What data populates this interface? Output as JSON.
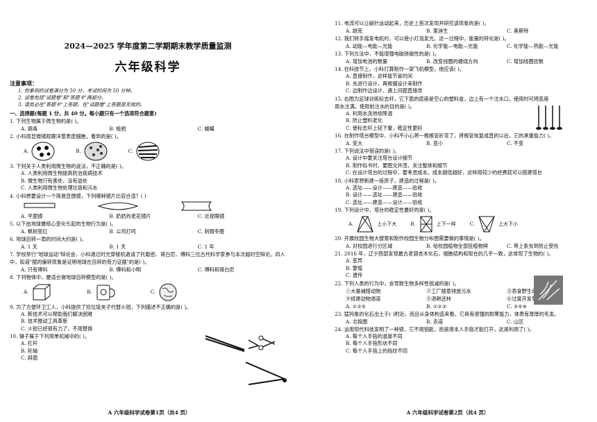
{
  "left": {
    "title1": "2024—2025 学年度第二学期期末教学质量监测",
    "title2": "六年级科学",
    "notes_title": "注意事项：",
    "notes": [
      "1. 你拿到的试卷满分为 50 分，考试时间为 50 分钟。",
      "2. 试卷包括\"试题卷\"和\"答题卡\"两部分。",
      "3. 请务必在\"答题卡\"上答题，在\"试题卷\"上答题是无效的。"
    ],
    "section1": "一、选择题(每题 1 分，共 40 分。每小题只有一个选项符合题意)",
    "q1": "1. 下列生物属于微生物的是(     )。",
    "q1_opts": [
      "A. 病毒",
      "B. 蚯蚓",
      "C. 蝴蝶"
    ],
    "q2": "2. 小科用显微镜观察洋葱表皮细胞，看到的是(     )。",
    "q2_opts": [
      "A.",
      "B.",
      "C."
    ],
    "q3": "3. 下列关于人类利用微生物的说法，不正确的是(     )。",
    "q3_opts": [
      "A. 人类利用微生物提高防治疾病技术",
      "B. 微生物只有害处，没有益处",
      "C. 人类利用微生物处理垃圾和污水"
    ],
    "q4": "4. 小科想要设计一个简易显微镜，下列哪种镜片比较合适？(     )",
    "q4_opts": [
      "A. 平面镜",
      "B. 奶奶的老花镜片",
      "C. 近视眼镜"
    ],
    "q5": "5. 以下由地球最核心变化引起的生物行为是(     )。",
    "q5_opts": [
      "A. 枫树变红",
      "B. 公鸡打鸣",
      "C. 刺猬冬眠"
    ],
    "q6": "6. 地球自转一周的时间大约是(     )。",
    "q6_opts": [
      "A. 1 天",
      "B. 1 天",
      "C. 1 年"
    ],
    "q7": "7. 学校举行\"地球运动\"辩论会，小科通过时光穿梭机邀请了托勒密、哥白尼、傅科三位古代科学家参与本次超时空辩论。四人中，知道\"摆的偏转现象是证明地球在自转的有力证据\"的是(     )。",
    "q7_opts": [
      "A. 只有傅科",
      "B. 傅科和小明",
      "C. 傅科和哥白尼"
    ],
    "q8": "8. 下列物体中，最适合做地球自转模型的是(     )。",
    "q8_opts": [
      "A.",
      "B.",
      "C."
    ],
    "q9": "9. 为了方便环卫工人，小科提供了捡垃圾夹子代替火钳，下列描述不正确的是(     )。",
    "q9_opts": [
      "A. 新技术可以帮助我们解决困难",
      "B. 技术推动工具革新",
      "C. 火钳已经很有力了，不用替换"
    ],
    "q10": "10. 镊子属于下列简单机械中的(     )。",
    "q10_opts": [
      "A. 杠杆",
      "B. 轮轴",
      "C. 斜面"
    ],
    "footer": "A 六年级科学试卷第1页（共4 页）"
  },
  "right": {
    "q11": "11. 电流可以让磁针运动起来，历史上首次发现并研究该现象的是(     )。",
    "q11_opts": [
      "A. 胡克",
      "B. 爱迪生",
      "C. 奥斯特"
    ],
    "q12": "12. 我们转手摇发电机时，可以使小灯泡发光。这一过程中，能量的转化是(     )。",
    "q12_opts": [
      "A. 动能—电能—光能",
      "B. 化学能—电能—光能",
      "C. 化学能—热能—光能"
    ],
    "q13": "13. 下列方法中，不能增强电磁铁磁性的是(     )。",
    "q13_opts": [
      "A. 增加电池的数量",
      "B. 改变线圈的缠绕方向",
      "C. 增加线圈匝数"
    ],
    "q14": "14. 在科技节上，小科打算制作一架飞机模型，他应该(     )。",
    "q14_opts": [
      "A. 直接制作，这样能节省时间",
      "B. 先进行设计，再根据设计来制作",
      "C. 边制作边设计，遇上问题直接改"
    ],
    "q15": "15. 右图为足球训练标志杆，它下面的底座是空心的塑料盒，边上有一个注水口，使用时可将底座用水注满。使用前注水的目的是(     )。",
    "q15_opts": [
      "A. 利用水洗地给降温",
      "B. 防止塑料老化",
      "C. 使标志杆上轻下重，稳定性更好"
    ],
    "q16": "16. 在制作塔台模型中，小科不小心将一根根管折弯了，将根管恢复成直的以后，它的承重能力(     )。",
    "q16_opts": [
      "A. 变大",
      "B. 变小",
      "C. 不变"
    ],
    "q17": "17. 下列说法中错误的是(     )。",
    "q17_opts": [
      "A. 设计中要关注塔台设计细节",
      "B. 制作标书时，要图文并茂，关注整体和细节",
      "C. 在设计塔台的过程中，要考虑成本，成本越低越好，这样用较少的经费就可以搭建塔台"
    ],
    "q18": "18. 小科家想新建一座房子，建造的过程是(     )。",
    "q18_opts": [
      "A. 选址——设计——建造——验收",
      "B. 设计——选址——建造——验收",
      "C. 选址——建造——设计——验收"
    ],
    "q19": "19. 下列设计中，塔台的稳定性最好的是(     )。",
    "q19_opts": [
      "A.",
      "B.",
      "C."
    ],
    "q19_labels": [
      "上小下大",
      "上下一样",
      "上大下小"
    ],
    "q20": "20. 开展校园生物大搜索和制作校园生物分布图需要做的事情是(     )。",
    "q20_opts": [
      "A. 对校园进行分区域",
      "B. 给校园植物全部挂植物牌",
      "C. 带上条虫到防止受伤"
    ],
    "q21": "21. 2016 年，辽宁西部发现最古老银杏木化石，细胞结构和现在的几乎一致，这体现了生物的(     )。",
    "q21_opts": [
      "A. 变异",
      "B. 繁殖",
      "C. 遗传"
    ],
    "q22": "22. 下列人类的行为中，会导致生物多样性锐减的是(     )。",
    "q22_items": [
      "①大量捕猎动物",
      "②工厂随意排放污水",
      "③恶食野生动物",
      "④修建动物通道",
      "⑤退耕还林",
      "⑥过度开发导致水土流失"
    ],
    "q22_opts": [
      "A. ①②⑤",
      "B. ①②③",
      "C. ③⑤⑥"
    ],
    "q23": "23. 猛犸象的化石出土于(     )附近，而且从身体构造来看，它具有很强的耐寒能力，体表有厚厚的毛发。",
    "q23_opts": [
      "A. 北极圈",
      "B. 赤道",
      "C. 山区"
    ],
    "q24": "24. 运用现代科技发明了一种锁，它不用钥匙，而是用本人手指才能打开，这是利用了(     )。",
    "q24_opts": [
      "A. 每个人手指的温度不同",
      "B. 每个人手指形状不同",
      "C. 每个人手指上的指纹不同"
    ],
    "footer": "A 六年级科学试卷第2页（共4 页）"
  },
  "icons": [
    "onion-cell-figure",
    "globe-figure",
    "stool-figure",
    "mug-figure",
    "tongs-figure",
    "tweezers-figure",
    "scissors-figure",
    "marker-poles-figure",
    "fossil-figure",
    "tower-figure"
  ]
}
